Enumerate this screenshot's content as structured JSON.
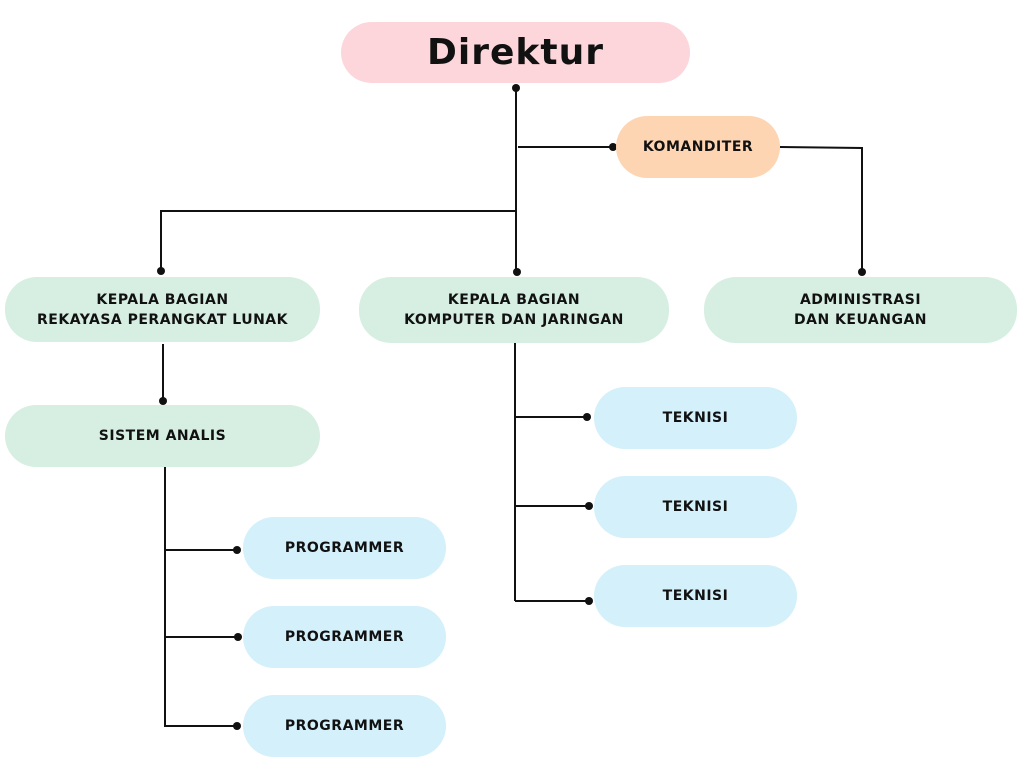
{
  "title": "Direktur",
  "colors": {
    "director": "#fdd6dc",
    "komanditer": "#fdd5b3",
    "department": "#d6efe2",
    "staff": "#d3f0fb",
    "line": "#111111"
  },
  "nodes": {
    "direktur": "Direktur",
    "komanditer": "KOMANDITER",
    "kabag_rpl": "KEPALA BAGIAN\nREKAYASA PERANGKAT LUNAK",
    "kabag_kj": "KEPALA BAGIAN\nKOMPUTER DAN JARINGAN",
    "admin": "ADMINISTRASI\nDAN KEUANGAN",
    "sistem_analis": "SISTEM ANALIS",
    "programmers": [
      "PROGRAMMER",
      "PROGRAMMER",
      "PROGRAMMER"
    ],
    "teknisi": [
      "TEKNISI",
      "TEKNISI",
      "TEKNISI"
    ]
  },
  "hierarchy": [
    {
      "from": "Direktur",
      "to": "KOMANDITER"
    },
    {
      "from": "KOMANDITER",
      "to": "ADMINISTRASI DAN KEUANGAN"
    },
    {
      "from": "Direktur",
      "to": "KEPALA BAGIAN REKAYASA PERANGKAT LUNAK"
    },
    {
      "from": "Direktur",
      "to": "KEPALA BAGIAN KOMPUTER DAN JARINGAN"
    },
    {
      "from": "KEPALA BAGIAN REKAYASA PERANGKAT LUNAK",
      "to": "SISTEM ANALIS"
    },
    {
      "from": "SISTEM ANALIS",
      "to": "PROGRAMMER"
    },
    {
      "from": "KEPALA BAGIAN KOMPUTER DAN JARINGAN",
      "to": "TEKNISI"
    }
  ]
}
